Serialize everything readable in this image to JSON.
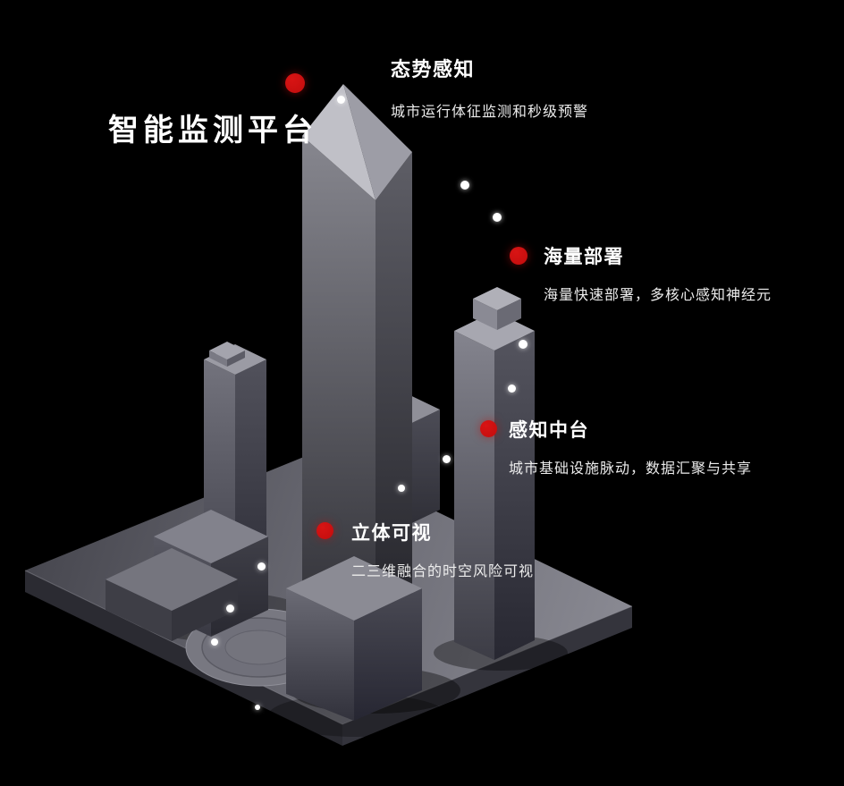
{
  "colors": {
    "background": "#000000",
    "marker_red": "#c20d0d",
    "trail_dot_white": "#ffffff",
    "text_white": "#ffffff",
    "building_gray": "#8a8a92"
  },
  "title": {
    "label": "智能监测平台",
    "has_red_marker": true
  },
  "features": [
    {
      "id": "situational-awareness",
      "title": "态势感知",
      "description": "城市运行体征监测和秒级预警",
      "has_red_marker": false
    },
    {
      "id": "massive-deployment",
      "title": "海量部署",
      "description": "海量快速部署，多核心感知神经元",
      "has_red_marker": true
    },
    {
      "id": "perception-midplatform",
      "title": "感知中台",
      "description": "城市基础设施脉动，数据汇聚与共享",
      "has_red_marker": true
    },
    {
      "id": "stereo-visualization",
      "title": "立体可视",
      "description": "二三维融合的时空风险可视",
      "has_red_marker": true
    }
  ]
}
